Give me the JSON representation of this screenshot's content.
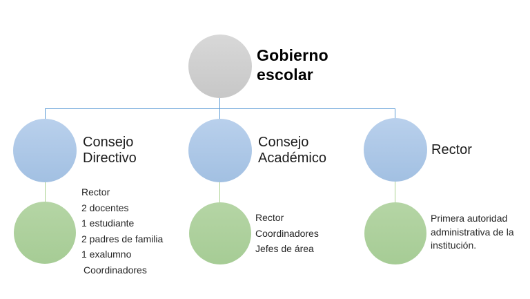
{
  "diagram": {
    "root": {
      "title": "Gobierno escolar"
    },
    "branches": [
      {
        "title": "Consejo Directivo",
        "members": [
          "Rector",
          "2 docentes",
          "1 estudiante",
          "2 padres de familia",
          "1 exalumno",
          "Coordinadores"
        ]
      },
      {
        "title": "Consejo Académico",
        "members": [
          "Rector",
          "Coordinadores",
          "Jefes de área"
        ]
      },
      {
        "title": "Rector",
        "description": "Primera autoridad administrativa de la institución."
      }
    ],
    "colors": {
      "root_node": "#cdcdcd",
      "branch_node": "#a9c5e5",
      "member_node": "#abcf9a",
      "connector_blue": "#5b9bd5",
      "connector_green": "#a9d18e",
      "title_text": "#000000",
      "body_text": "#262626"
    }
  }
}
